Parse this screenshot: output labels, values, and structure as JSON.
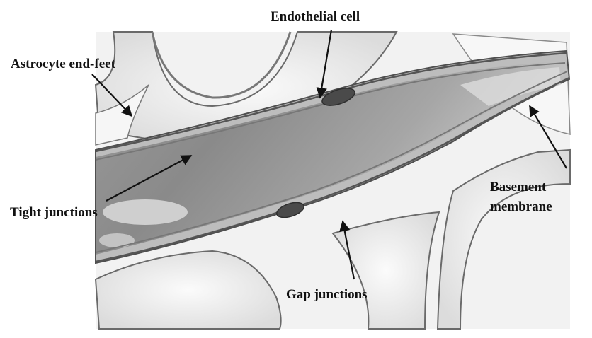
{
  "labels": {
    "endothelial": "Endothelial cell",
    "astrocyte": "Astrocyte end-feet",
    "tight": "Tight junctions",
    "basement_line1": "Basement",
    "basement_line2": "membrane",
    "gap": "Gap junctions"
  },
  "colors": {
    "background": "#ffffff",
    "astrocyte_fill": "#ececec",
    "astrocyte_outline": "#6a6a6a",
    "vessel_dark": "#858585",
    "vessel_light": "#d2d2d2",
    "membrane": "#4f4f4f",
    "endothelial_nucleus": "#4a4a4a",
    "arrow": "#111111",
    "text": "#111111"
  }
}
